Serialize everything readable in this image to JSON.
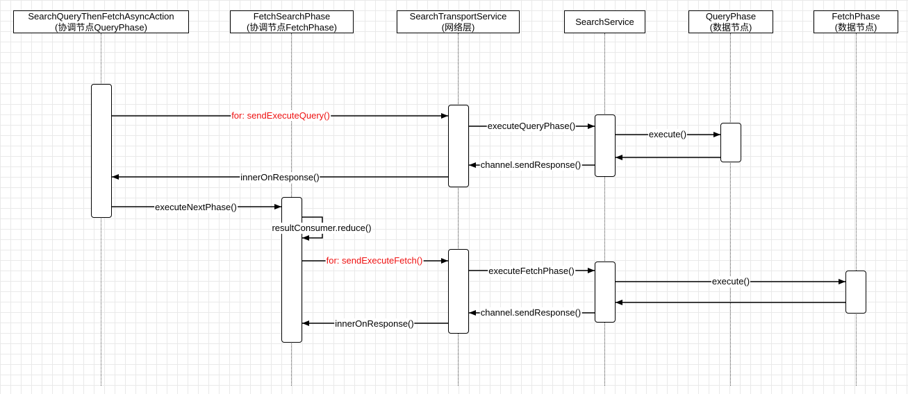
{
  "participants": [
    {
      "line1": "SearchQueryThenFetchAsyncAction",
      "line2": "(协调节点QueryPhase)"
    },
    {
      "line1": "FetchSearchPhase",
      "line2": "(协调节点FetchPhase)"
    },
    {
      "line1": "SearchTransportService",
      "line2": "(网络层)"
    },
    {
      "line1": "SearchService",
      "line2": ""
    },
    {
      "line1": "QueryPhase",
      "line2": "(数据节点)"
    },
    {
      "line1": "FetchPhase",
      "line2": "(数据节点)"
    }
  ],
  "messages": [
    {
      "label": "for: sendExecuteQuery()",
      "color": "#ee1111"
    },
    {
      "label": "executeQueryPhase()",
      "color": "#000000"
    },
    {
      "label": "execute()",
      "color": "#000000"
    },
    {
      "label": "",
      "color": "#000000"
    },
    {
      "label": "channel.sendResponse()",
      "color": "#000000"
    },
    {
      "label": "innerOnResponse()",
      "color": "#000000"
    },
    {
      "label": "executeNextPhase()",
      "color": "#000000"
    },
    {
      "label": "resultConsumer.reduce()",
      "color": "#000000"
    },
    {
      "label": "for: sendExecuteFetch()",
      "color": "#ee1111"
    },
    {
      "label": "executeFetchPhase()",
      "color": "#000000"
    },
    {
      "label": "execute()",
      "color": "#000000"
    },
    {
      "label": "",
      "color": "#000000"
    },
    {
      "label": "channel.sendResponse()",
      "color": "#000000"
    },
    {
      "label": "innerOnResponse()",
      "color": "#000000"
    }
  ]
}
